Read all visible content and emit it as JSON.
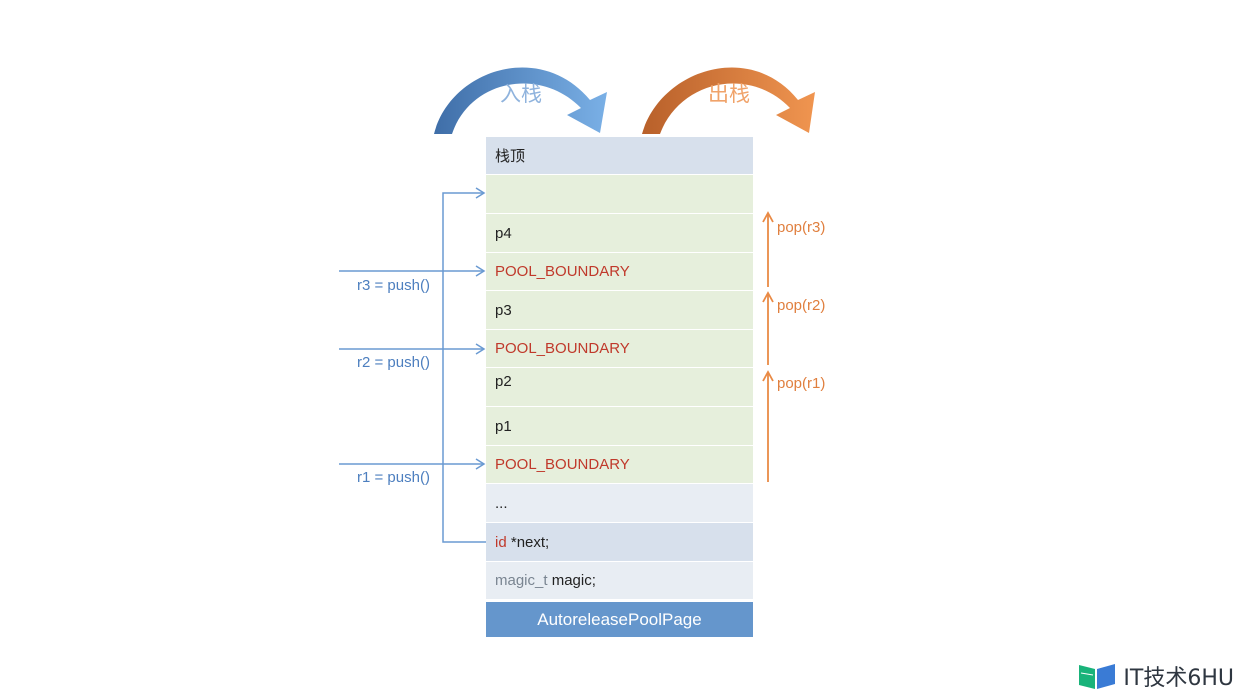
{
  "top_labels": {
    "push_in": "入栈",
    "pop_out": "出栈"
  },
  "stack": {
    "rows": [
      {
        "text": "栈顶",
        "kind": "top"
      },
      {
        "text": "",
        "kind": "green"
      },
      {
        "text": "p4",
        "kind": "green"
      },
      {
        "text": "POOL_BOUNDARY",
        "kind": "green-red"
      },
      {
        "text": "p3",
        "kind": "green"
      },
      {
        "text": "POOL_BOUNDARY",
        "kind": "green-red"
      },
      {
        "text": "p2",
        "kind": "green"
      },
      {
        "text": "p1",
        "kind": "green"
      },
      {
        "text": "POOL_BOUNDARY",
        "kind": "green-red"
      },
      {
        "text": "...",
        "kind": "light"
      },
      {
        "text_prefix": "id",
        "text_suffix": " *next;",
        "kind": "mid"
      },
      {
        "text_prefix": "magic_t",
        "text_suffix": " magic;",
        "kind": "light"
      }
    ],
    "title": "AutoreleasePoolPage"
  },
  "push_labels": [
    "r3 = push()",
    "r2 = push()",
    "r1 = push()"
  ],
  "pop_labels": [
    "pop(r3)",
    "pop(r2)",
    "pop(r1)"
  ],
  "watermark": {
    "text": "IT技术6HU"
  },
  "colors": {
    "push": "#4d7fbf",
    "pop": "#e07f3e",
    "push_arc": "#5b8fd0",
    "pop_arc": "#e9803a",
    "title_bg": "#6596cc"
  }
}
